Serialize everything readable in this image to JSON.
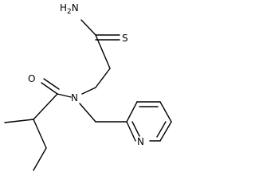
{
  "molecule": {
    "atoms": {
      "amine": "H2N",
      "amine_main": "H",
      "amine_sub": "2",
      "amine_tail": "N",
      "thio_sulfur": "S",
      "carbonyl_oxygen": "O",
      "amide_nitrogen": "N",
      "pyridine_nitrogen": "N"
    }
  }
}
